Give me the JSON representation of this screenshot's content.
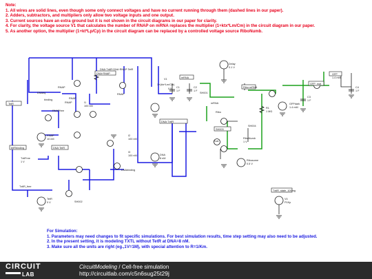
{
  "notes": {
    "heading": "Note:",
    "items": [
      "1. All wires are solid lines, even though some only connect voltages and have no current running through them (dashed lines in our paper).",
      "2. Adders, subtractors, and multipliers only allow two voltage inputs and one output.",
      "3. Current sources have an extra ground but it is not shown in the circuit diagrams in our paper for clarity.",
      "4. For clarity, the voltage source V1 that calculates the number of RNAP on mRNA replaces the multiplier (1+ktx*Lm/Cm) in the circuit diagram in our paper.",
      "5. As another option, the multiplier (1+kt*Lp/Cp) in the circuit diagram can be replaced by a controlled voltage source RiboNumb."
    ]
  },
  "schematic": {
    "labels": {
      "rnap_ratio": "RNAP",
      "dnaeq": "DNAeq",
      "binding": "binding",
      "rnapf": "RNAP",
      "rnapfree": "RNAPfree",
      "rnap_init": "RNAP",
      "rnap_init_val": "10 nM",
      "tetrdna": "TetR",
      "txtl_free": "TxtlR_free",
      "tetr": "TetR",
      "tetr_val": "0 V",
      "txtlfree": "TxtlFree",
      "txtl_val": "1 V",
      "dna_txtl_rnap": "DNA·TxtlR·DNA·RNAP·TetR",
      "dna_rnap": "DNA·RNAP",
      "rnap": "RNAP",
      "rnap2": "RNAP",
      "dna_txtl": "DNA·TxtlR",
      "dna_tetr": "DNA·TetR",
      "dna_conc": "DNA",
      "dna_conc_val": "8 nM",
      "dnabinding": "DNAbinding",
      "tetrbinding": "tetRbinding",
      "sh002": "SH002",
      "v1": "V1",
      "v1_expr": "1+(ktx*Lm/Cm)",
      "v1_b": "0.5",
      "mrna": "mRNA",
      "mrna_deg": "mRNA",
      "ribo": "Ribo",
      "ribonumb": "RiboNumb",
      "ribonumb_val": "1 V",
      "ribosome": "Ribosome",
      "ribosome_val": "0.5 V",
      "eval": "Eval",
      "ribo_rna_val": "Ribo·mRNA",
      "gfp": "GFP",
      "gfp_mat": "GFP_mat",
      "gfpdark": "GFPdark",
      "gfpdark_val": "1.4 mM",
      "sh001": "SH001",
      "sh003": "SH003",
      "sh004": "SH004",
      "delay": "Delay",
      "delay_val": "0.1 V",
      "c1": "C1",
      "c1_val": "1 F",
      "c2": "C2",
      "c2_val": "1 F",
      "c3": "C3",
      "c3_val": "1 F",
      "c4": "C4",
      "c4_val": "1 F",
      "i1": "I1",
      "i1_val": "100 nM",
      "i2": "I2",
      "i2_val": "100 nM",
      "i3": "I3",
      "i3_val": "100 nM",
      "r_load": "R1",
      "r_load_val": "1 MΩ",
      "gfp_val": "1.4 mM",
      "txtl_state": "TxtlR_state_100mg",
      "v4": "V4",
      "v4_val": "P1Kp"
    }
  },
  "simulation": {
    "heading": "For Simulation:",
    "items": [
      "1. Parameters may need changes to fit specific simulations. For best simulation results, time step setting may also need to be adjusted.",
      "2. In the present setting, it is modeling TXTL without TetR at DNA=8 nM.",
      "3. Make sure all the units are right (eg.,1V=1M), with special attention to R=1/Km."
    ]
  },
  "footer": {
    "logo_top": "CIRCUIT",
    "logo_bottom": "LAB",
    "brand": "CircuitModeling",
    "separator": " / ",
    "title": "Cell-free simulation",
    "url": "http://circuitlab.com/c5n6sug25t29j"
  },
  "colors": {
    "notes": "#e8001c",
    "simulation": "#1a1ae0",
    "wire_blue": "#1a1ae0",
    "wire_green": "#1aa01a",
    "wire_black": "#1a1a1a",
    "footer_bg": "#2b2b2b"
  }
}
